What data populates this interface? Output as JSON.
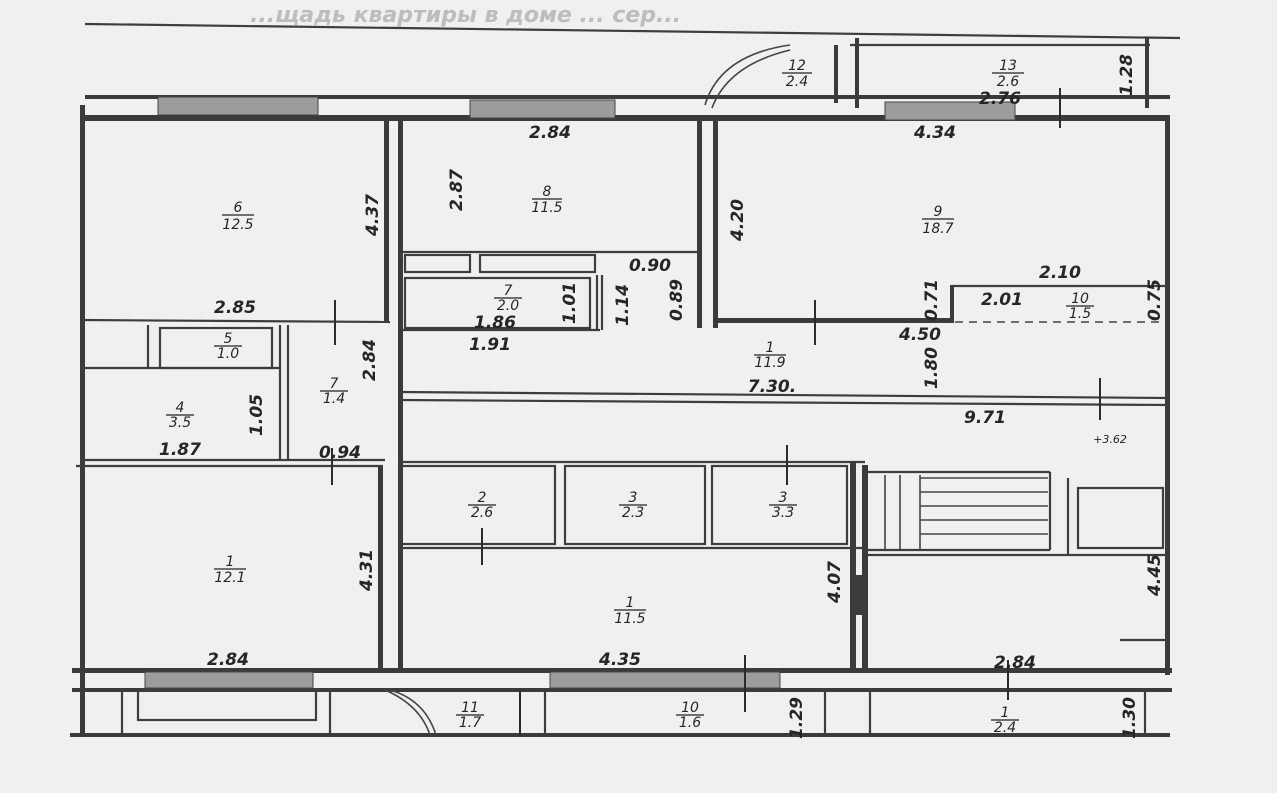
{
  "header_text": "...щадь квартиры в доме ... сер...",
  "rooms": [
    {
      "id": "r6",
      "number": "6",
      "area": "12.5"
    },
    {
      "id": "r8",
      "number": "8",
      "area": "11.5"
    },
    {
      "id": "r9",
      "number": "9",
      "area": "18.7"
    },
    {
      "id": "r12",
      "number": "12",
      "area": "2.4"
    },
    {
      "id": "r13",
      "number": "13",
      "area": "2.6"
    },
    {
      "id": "r7",
      "number": "7",
      "area": "2.0"
    },
    {
      "id": "r5",
      "number": "5",
      "area": "1.0"
    },
    {
      "id": "r4",
      "number": "4",
      "area": "3.5"
    },
    {
      "id": "r7b",
      "number": "7",
      "area": "1.4"
    },
    {
      "id": "r19",
      "number": "1",
      "area": "11.9"
    },
    {
      "id": "r10",
      "number": "10",
      "area": "1.5"
    },
    {
      "id": "r2",
      "number": "2",
      "area": "2.6"
    },
    {
      "id": "r3",
      "number": "3",
      "area": "2.3"
    },
    {
      "id": "r3b",
      "number": "3",
      "area": "3.3"
    },
    {
      "id": "r1",
      "number": "1",
      "area": "12.1"
    },
    {
      "id": "r15",
      "number": "1",
      "area": "11.5"
    },
    {
      "id": "r11",
      "number": "11",
      "area": "1.7"
    },
    {
      "id": "r16",
      "number": "10",
      "area": "1.6"
    },
    {
      "id": "r17",
      "number": "1",
      "area": "2.4"
    }
  ],
  "dimensions": {
    "d_284_top": "2.84",
    "d_276": "2.76",
    "d_434": "4.34",
    "d_128": "1.28",
    "d_437": "4.37",
    "d_287": "2.87",
    "d_420": "4.20",
    "d_090": "0.90",
    "d_210": "2.10",
    "d_285": "2.85",
    "d_101": "1.01",
    "d_114": "1.14",
    "d_089": "0.89",
    "d_071": "0.71",
    "d_201": "2.01",
    "d_075": "0.75",
    "d_186": "1.86",
    "d_450": "4.50",
    "d_191": "1.91",
    "d_284_mid": "2.84",
    "d_730": "7.30.",
    "d_180": "1.80",
    "d_105": "1.05",
    "d_187": "1.87",
    "d_971": "9.71",
    "d_562": "+3.62",
    "d_094": "0.94",
    "d_431": "4.31",
    "d_407": "4.07",
    "d_445": "4.45",
    "d_284_bl": "2.84",
    "d_435": "4.35",
    "d_284_br": "2.84",
    "d_129": "1.29",
    "d_130": "1.30"
  }
}
